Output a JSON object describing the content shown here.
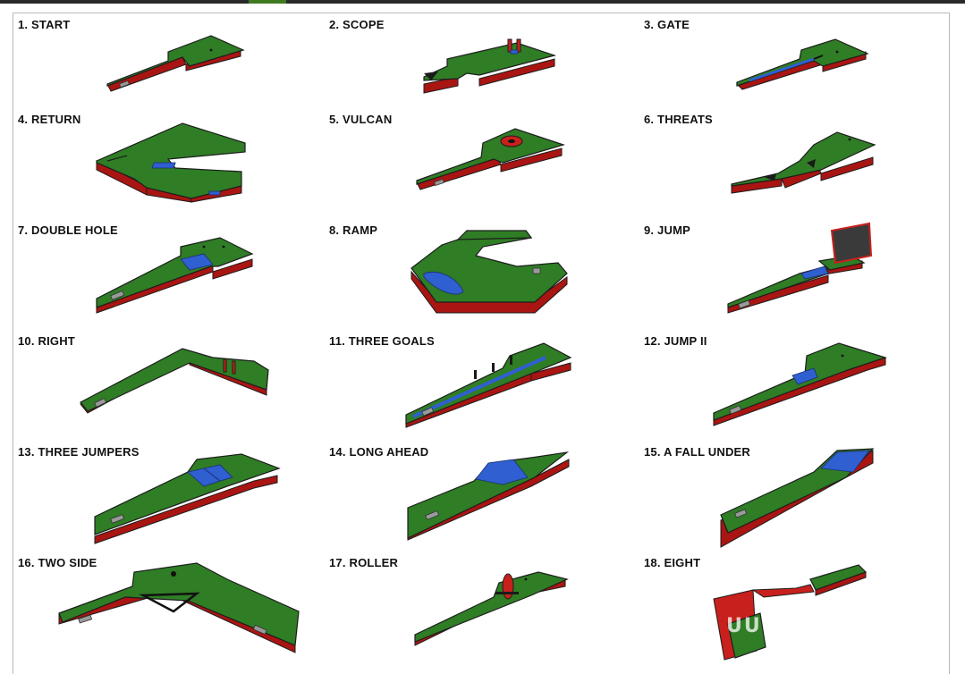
{
  "holes": [
    {
      "label": "1. START"
    },
    {
      "label": "2. SCOPE"
    },
    {
      "label": "3. GATE"
    },
    {
      "label": "4. RETURN"
    },
    {
      "label": "5. VULCAN"
    },
    {
      "label": "6. THREATS"
    },
    {
      "label": "7. DOUBLE HOLE"
    },
    {
      "label": "8. RAMP"
    },
    {
      "label": "9. JUMP"
    },
    {
      "label": "10. RIGHT"
    },
    {
      "label": "11. THREE GOALS"
    },
    {
      "label": "12. JUMP II"
    },
    {
      "label": "13. THREE JUMPERS"
    },
    {
      "label": "14. LONG AHEAD"
    },
    {
      "label": "15. A FALL UNDER"
    },
    {
      "label": "16. TWO SIDE"
    },
    {
      "label": "17. ROLLER"
    },
    {
      "label": "18. EIGHT"
    }
  ],
  "watermark": "UUT",
  "colors": {
    "turf": "#2f7d25",
    "rim": "#c8201c",
    "obstacle": "#2f5fd0",
    "tee": "#9a9a9a"
  }
}
